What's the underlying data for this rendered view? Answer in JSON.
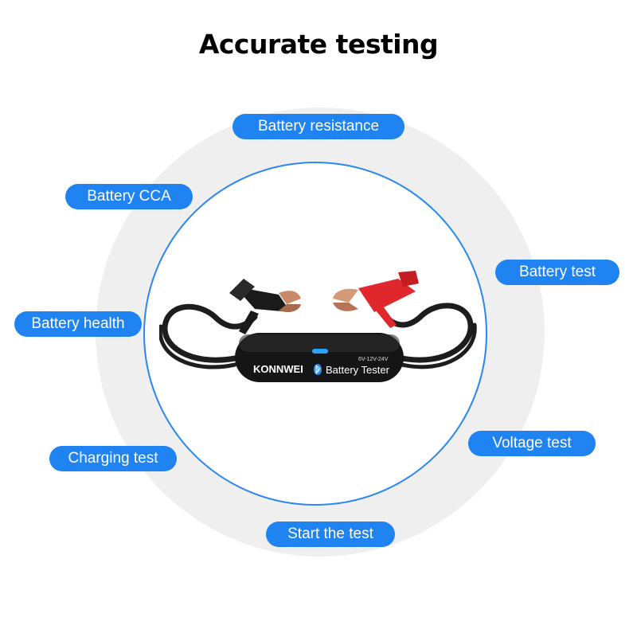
{
  "title": "Accurate testing",
  "features": [
    "Battery resistance",
    "Battery CCA",
    "Battery test",
    "Battery health",
    "Voltage test",
    "Charging test",
    "Start the test"
  ],
  "device": {
    "brand": "KONNWEI",
    "name": "Battery Tester",
    "voltage": "6V-12V-24V"
  },
  "colors": {
    "pill": "#1f83f1",
    "ring": "#efefef",
    "circle_border": "#2b86f2",
    "clamp_red": "#e0272b",
    "clamp_black": "#1a1a1a"
  }
}
